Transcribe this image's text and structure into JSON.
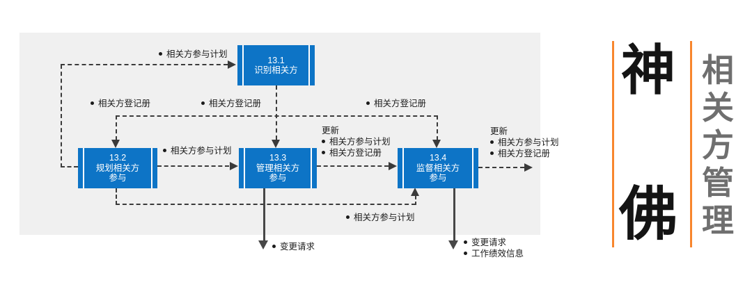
{
  "colors": {
    "process_blue": "#0d74c6",
    "accent_orange": "#f8862d",
    "panel_gray": "#f0f0f0",
    "line_dark": "#3a3a3a",
    "title_gray": "#6f6f6f"
  },
  "diagram": {
    "processes": [
      {
        "id": "13.1",
        "title_line1": "识别相关方"
      },
      {
        "id": "13.2",
        "title_line1": "规划相关方",
        "title_line2": "参与"
      },
      {
        "id": "13.3",
        "title_line1": "管理相关方",
        "title_line2": "参与"
      },
      {
        "id": "13.4",
        "title_line1": "监督相关方",
        "title_line2": "参与"
      }
    ],
    "labels": {
      "stakeholder_plan": "相关方参与计划",
      "stakeholder_register": "相关方登记册",
      "update": "更新",
      "change_request": "变更请求",
      "work_performance_info": "工作绩效信息"
    }
  },
  "side_panel": {
    "brand_top": "神",
    "brand_bottom": "佛",
    "title_chars": [
      "相",
      "关",
      "方",
      "管",
      "理"
    ]
  }
}
